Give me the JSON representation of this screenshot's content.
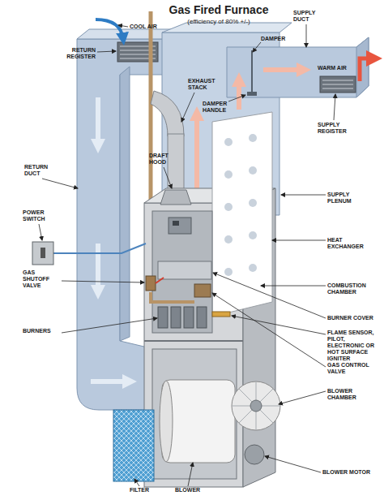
{
  "diagram": {
    "title": "Gas Fired Furnace",
    "labels": [
      "(efficiency of 80% +/-)",
      "COOL AIR",
      "RETURN REGISTER",
      "SUPPLY DUCT",
      "DAMPER",
      "EXHAUST STACK",
      "WARM AIR",
      "DAMPER HANDLE",
      "SUPPLY REGISTER",
      "DRAFT HOOD",
      "RETURN DUCT",
      "SUPPLY PLENUM",
      "POWER SWITCH",
      "HEAT EXCHANGER",
      "GAS SHUTOFF VALVE",
      "COMBUSTION CHAMBER",
      "BURNER COVER",
      "BURNERS",
      "FLAME SENSOR, PILOT, ELECTRONIC OR HOT SURFACE IGNITER",
      "GAS CONTROL VALVE",
      "BLOWER CHAMBER",
      "BLOWER MOTOR",
      "FILTER",
      "BLOWER"
    ]
  }
}
